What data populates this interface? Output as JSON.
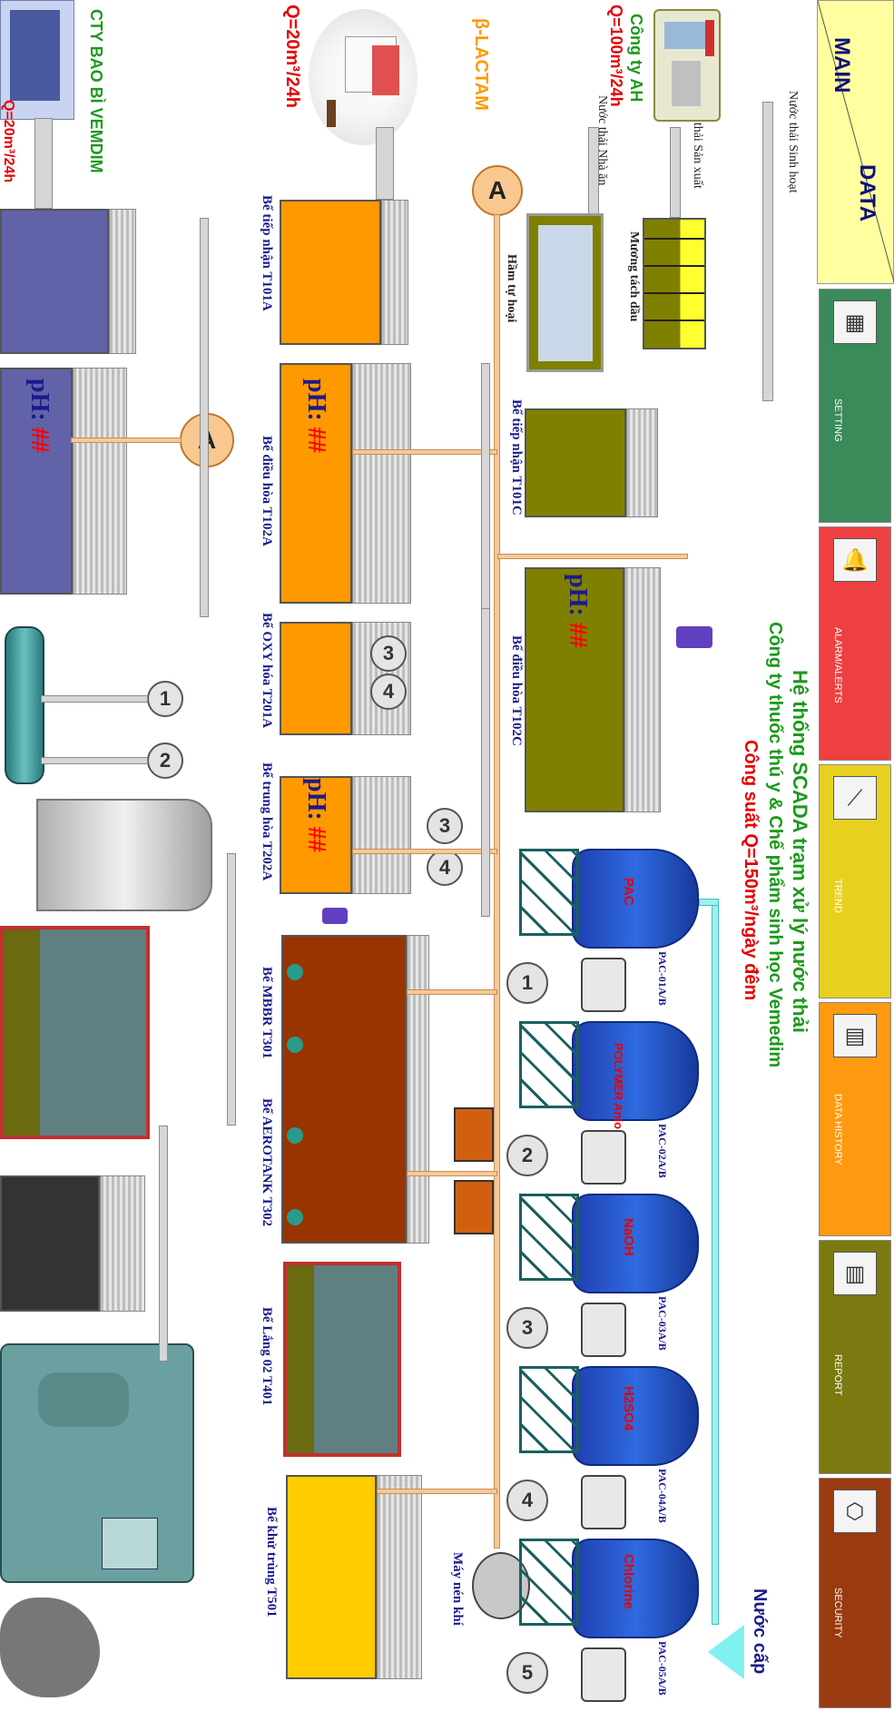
{
  "header": {
    "main_label": "MAIN",
    "data_label": "DATA"
  },
  "menu": [
    {
      "label": "SETTING",
      "icon": "calendar-clock-icon",
      "color": "#3a8a5a"
    },
    {
      "label": "ALARM/ALERTS",
      "icon": "bell-alarm-icon",
      "color": "#ee4040"
    },
    {
      "label": "TREND",
      "icon": "trend-chart-icon",
      "color": "#e8d020"
    },
    {
      "label": "DATA HISTORY",
      "icon": "document-search-icon",
      "color": "#ff9a10"
    },
    {
      "label": "REPORT",
      "icon": "printer-icon",
      "color": "#7a7a10"
    },
    {
      "label": "SECURITY",
      "icon": "security-lock-icon",
      "color": "#9a3a10"
    }
  ],
  "title": {
    "line1": "Hệ thống SCADA trạm xử lý nước thải",
    "line2": "Công ty thuốc thú y & Chế phẩm sinh học Vemedim",
    "line3": "Công suất Q=150m³/ngày đêm"
  },
  "sources": {
    "domestic_water": "Nước thải Sinh hoạt",
    "production_water": "Nước thải Sản xuất",
    "kitchen_water": "Nước thải Nhà ăn",
    "company_ah": "Công ty AH",
    "q_ah": "Q=100m³/24h",
    "beta_lactam": "β-LACTAM",
    "q_beta": "Q=20m³/24h",
    "vemdim": "CTY BAO BÌ VEMDIM",
    "q_vemdim": "Q=20m³/24h"
  },
  "tanks": {
    "oil_trap": "Mương tách dầu",
    "septic": "Hầm tự hoại",
    "t101c": "Bể tiếp nhận T101C",
    "t102c": "Bể điều hòa T102C",
    "t101a": "Bể tiếp nhận T101A",
    "t102a": "Bể điều hòa T102A",
    "t201a": "Bể OXY hóa T201A",
    "t202a": "Bể trung hòa T202A",
    "t301": "Bể MBBR T301",
    "t302": "Bể AEROTANK T302",
    "t401": "Bể Lắng 02 T401",
    "t501": "Bể khử trùng T501",
    "compressor": "Máy nén khí",
    "supply_water": "Nước cấp"
  },
  "ph": {
    "label": "pH:",
    "value": "##"
  },
  "markers": {
    "a": "A",
    "n1": "1",
    "n2": "2",
    "n3": "3",
    "n4": "4",
    "n5": "5"
  },
  "chemicals": [
    {
      "name": "PAC",
      "pump": "PAC-01A/B",
      "num": "1"
    },
    {
      "name": "POLYMER Anion",
      "pump": "PAC-02A/B",
      "num": "2"
    },
    {
      "name": "NaOH",
      "pump": "PAC-03A/B",
      "num": "3"
    },
    {
      "name": "H2SO4",
      "pump": "PAC-04A/B",
      "num": "4"
    },
    {
      "name": "Chlorine",
      "pump": "PAC-05A/B",
      "num": "5"
    }
  ],
  "colors": {
    "olive_tank": "#808000",
    "orange_tank": "#ff9900",
    "purple_tank": "#6262a8",
    "brown_tank": "#993300",
    "yellow_tank": "#ffcc00",
    "ph_value": "#ff0000"
  }
}
